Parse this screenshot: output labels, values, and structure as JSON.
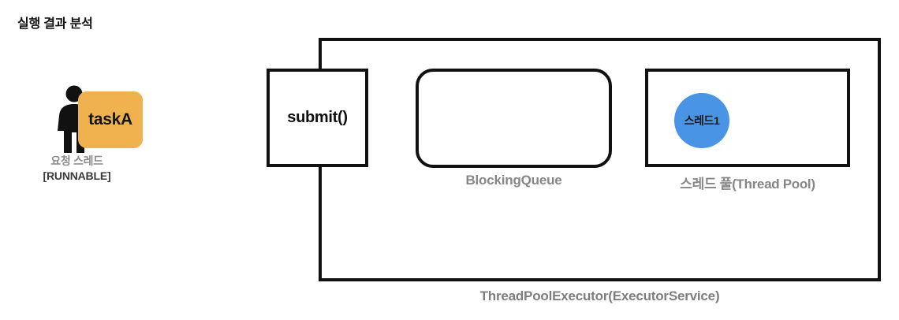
{
  "section": {
    "title": "실행 결과 분석"
  },
  "actor": {
    "icon": "person-icon",
    "task_label": "taskA",
    "task_color": "#efb24f",
    "caption_primary": "요청 스레드",
    "caption_state": "[RUNNABLE]"
  },
  "diagram": {
    "submit": {
      "label": "submit()"
    },
    "blocking_queue": {
      "caption": "BlockingQueue",
      "items": []
    },
    "thread_pool": {
      "caption": "스레드 풀(Thread Pool)",
      "threads": [
        {
          "label": "스레드1",
          "color": "#4a94e6"
        }
      ]
    },
    "executor": {
      "caption": "ThreadPoolExecutor(ExecutorService)"
    }
  },
  "colors": {
    "stroke": "#111111",
    "caption_gray": "#868686",
    "task_orange": "#efb24f",
    "thread_blue": "#4a94e6",
    "background": "#ffffff"
  }
}
